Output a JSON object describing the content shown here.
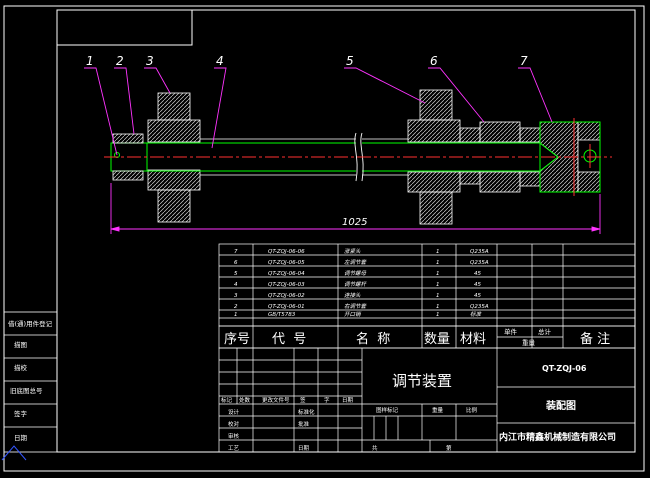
{
  "colors": {
    "background": "#000000",
    "frame": "#ffffff",
    "outline": "#ffffff",
    "edge": "#00ff00",
    "centerline": "#ff3030",
    "leader": "#ff33ff",
    "hatch": "#dddddd"
  },
  "callouts": [
    {
      "num": "1"
    },
    {
      "num": "2"
    },
    {
      "num": "3"
    },
    {
      "num": "4"
    },
    {
      "num": "5"
    },
    {
      "num": "6"
    },
    {
      "num": "7"
    }
  ],
  "dimension": {
    "value": "1025"
  },
  "bom": {
    "rows": [
      {
        "seq": "7",
        "code": "QT-ZQJ-06-06",
        "name": "涨紧头",
        "qty": "1",
        "material": "Q235A"
      },
      {
        "seq": "6",
        "code": "QT-ZQJ-06-05",
        "name": "左调节套",
        "qty": "1",
        "material": "Q235A"
      },
      {
        "seq": "5",
        "code": "QT-ZQJ-06-04",
        "name": "调节螺母",
        "qty": "1",
        "material": "45"
      },
      {
        "seq": "4",
        "code": "QT-ZQJ-06-03",
        "name": "调节螺杆",
        "qty": "1",
        "material": "45"
      },
      {
        "seq": "3",
        "code": "QT-ZQJ-06-02",
        "name": "连接头",
        "qty": "1",
        "material": "45"
      },
      {
        "seq": "2",
        "code": "QT-ZQJ-06-01",
        "name": "右调节套",
        "qty": "1",
        "material": "Q235A"
      },
      {
        "seq": "1",
        "code": "GB/T5783",
        "name": "开口销",
        "qty": "1",
        "material": "标准"
      }
    ],
    "header": {
      "seq": "序号",
      "code": "代  号",
      "name": "名  称",
      "qty": "数量",
      "material": "材料",
      "single": "单件",
      "total": "总计",
      "weight": "重量",
      "remark": "备 注"
    }
  },
  "title_block": {
    "assembly_name": "调节装置",
    "drawing_no": "QT-ZQJ-06",
    "drawing_type": "装配图",
    "company": "内江市精鑫机械制造有限公司",
    "revision_labels": [
      "标记",
      "处数",
      "更改文件号",
      "签",
      "字",
      "日期"
    ],
    "sign_labels": [
      "设计",
      "校对",
      "审核",
      "工艺"
    ],
    "std_label": "标准化",
    "approve_label": "批准",
    "date_label": "日期",
    "stage_label": "图样标记",
    "weight_label": "重量",
    "scale_label": "比例",
    "sheet_total": "共",
    "sheet_current": "第"
  },
  "side_panel": {
    "labels": [
      "借(通)用件登记",
      "描图",
      "描校",
      "旧底图总号",
      "签字",
      "日期"
    ]
  }
}
